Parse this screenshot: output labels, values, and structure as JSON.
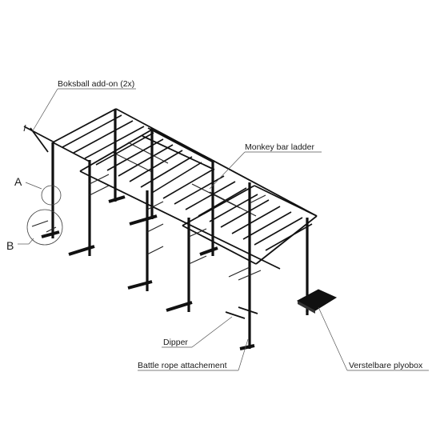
{
  "labels": {
    "boxing_ball": "Boksball add-on (2x)",
    "monkey_bar": "Monkey bar ladder",
    "detail_a": "A",
    "detail_b": "B",
    "dipper": "Dipper",
    "battle_rope": "Battle rope attachement",
    "plyobox": "Verstelbare plyobox"
  },
  "colors": {
    "line": "#111111",
    "leader": "#555555",
    "text": "#1a1a1a"
  }
}
